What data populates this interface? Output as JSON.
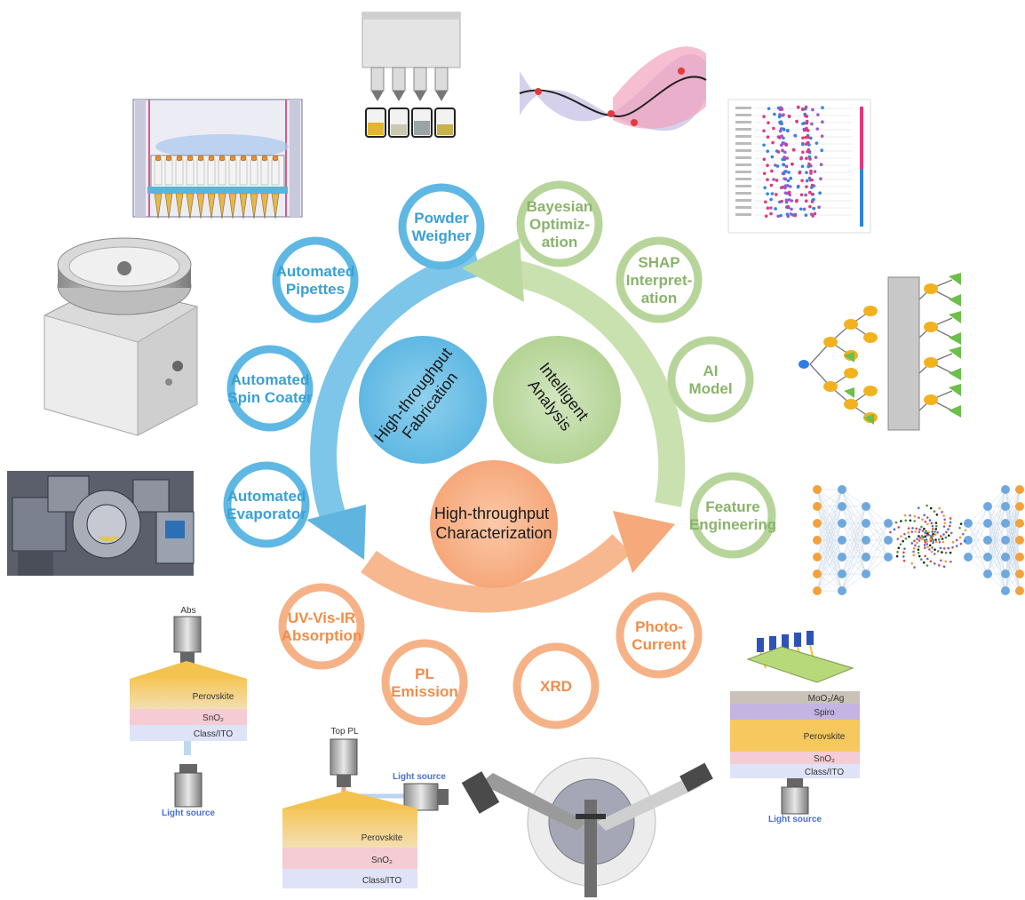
{
  "colors": {
    "fabrication": "#5fb8e3",
    "analysis": "#b7d59a",
    "characterization": "#f6b287",
    "fab_text": "#3aa0d6",
    "ana_text": "#8ab36a",
    "char_text": "#f28d47"
  },
  "center": {
    "fabrication": [
      "High-throughput",
      "Fabrication"
    ],
    "analysis": [
      "Intelligent",
      "Analysis"
    ],
    "characterization": [
      "High-throughput",
      "Characterization"
    ]
  },
  "fabrication_nodes": [
    {
      "id": "powder-weigher",
      "lines": [
        "Powder",
        "Weigher"
      ]
    },
    {
      "id": "automated-pipettes",
      "lines": [
        "Automated",
        "Pipettes"
      ]
    },
    {
      "id": "automated-spin-coater",
      "lines": [
        "Automated",
        "Spin Coater"
      ]
    },
    {
      "id": "automated-evaporator",
      "lines": [
        "Automated",
        "Evaporator"
      ]
    }
  ],
  "analysis_nodes": [
    {
      "id": "bayesian-optimization",
      "lines": [
        "Bayesian",
        "Optimiz-",
        "ation"
      ]
    },
    {
      "id": "shap-interpretation",
      "lines": [
        "SHAP",
        "Interpret-",
        "ation"
      ]
    },
    {
      "id": "ai-model",
      "lines": [
        "AI",
        "Model"
      ]
    },
    {
      "id": "feature-engineering",
      "lines": [
        "Feature",
        "Engineering"
      ]
    }
  ],
  "characterization_nodes": [
    {
      "id": "uv-vis-ir-absorption",
      "lines": [
        "UV-Vis-IR",
        "Absorption"
      ]
    },
    {
      "id": "pl-emission",
      "lines": [
        "PL",
        "Emission"
      ]
    },
    {
      "id": "xrd",
      "lines": [
        "XRD"
      ]
    },
    {
      "id": "photo-current",
      "lines": [
        "Photo-",
        "Current"
      ]
    }
  ],
  "absorption_setup": {
    "detector": "Abs",
    "layers": [
      "Perovskite",
      "SnO₂",
      "Class/ITO"
    ],
    "source": "Light source"
  },
  "pl_setup": {
    "detector": "Top PL",
    "source": "Light source",
    "layers": [
      "Perovskite",
      "SnO₂",
      "Class/ITO"
    ]
  },
  "device_stack": {
    "layers": [
      "MoO₃/Ag",
      "Spiro",
      "Perovskite",
      "SnO₂",
      "Class/ITO"
    ],
    "source": "Light source"
  }
}
